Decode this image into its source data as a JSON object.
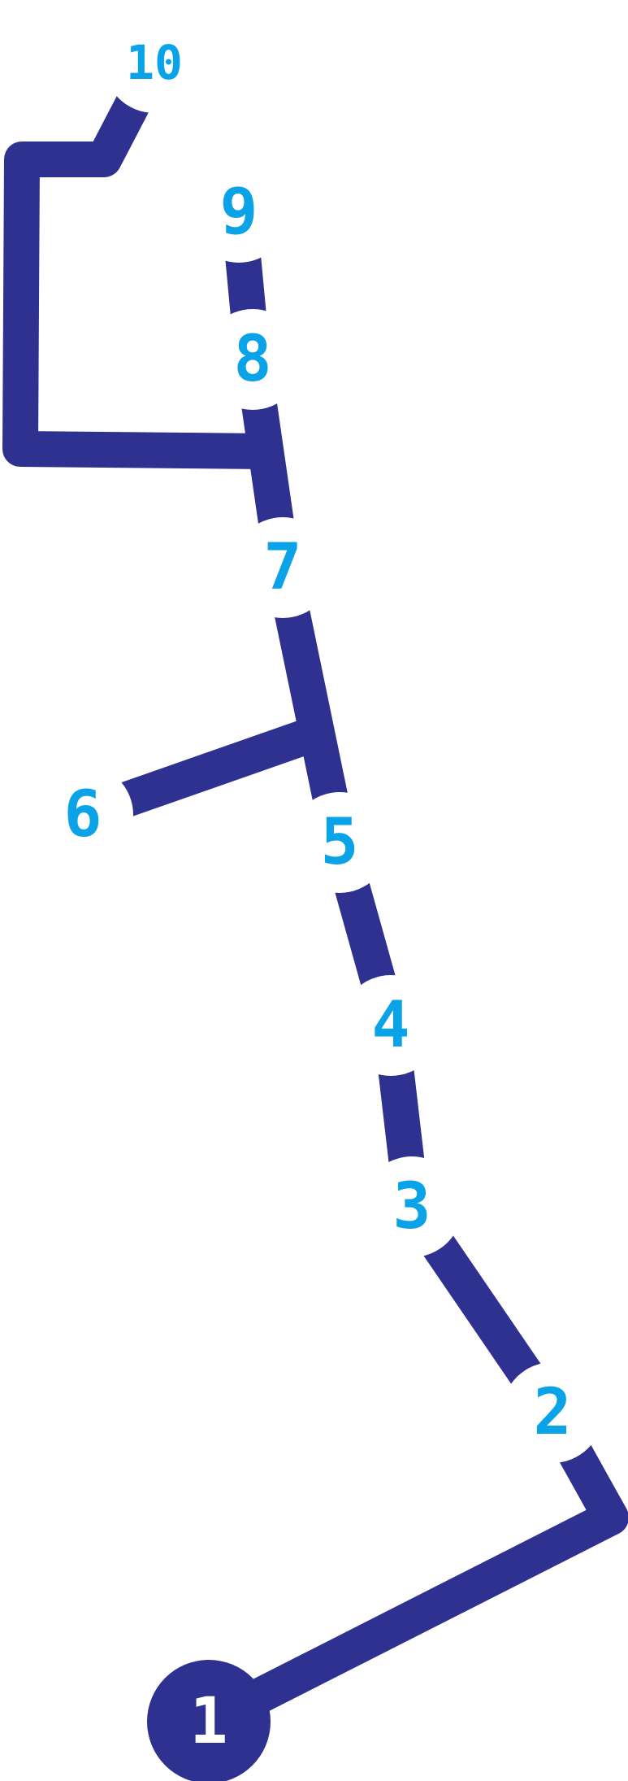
{
  "diagram": {
    "colors": {
      "path": "#2e3190",
      "label": "#0aa3e8",
      "start_node_fill": "#2e3190",
      "start_label": "#ffffff",
      "background": "#ffffff"
    },
    "nodes": [
      {
        "id": "1",
        "label": "1",
        "style": "start"
      },
      {
        "id": "2",
        "label": "2",
        "style": "normal"
      },
      {
        "id": "3",
        "label": "3",
        "style": "normal"
      },
      {
        "id": "4",
        "label": "4",
        "style": "normal"
      },
      {
        "id": "5",
        "label": "5",
        "style": "normal"
      },
      {
        "id": "6",
        "label": "6",
        "style": "normal"
      },
      {
        "id": "7",
        "label": "7",
        "style": "normal"
      },
      {
        "id": "8",
        "label": "8",
        "style": "normal"
      },
      {
        "id": "9",
        "label": "9",
        "style": "normal"
      },
      {
        "id": "10",
        "label": "10",
        "style": "normal"
      }
    ]
  }
}
